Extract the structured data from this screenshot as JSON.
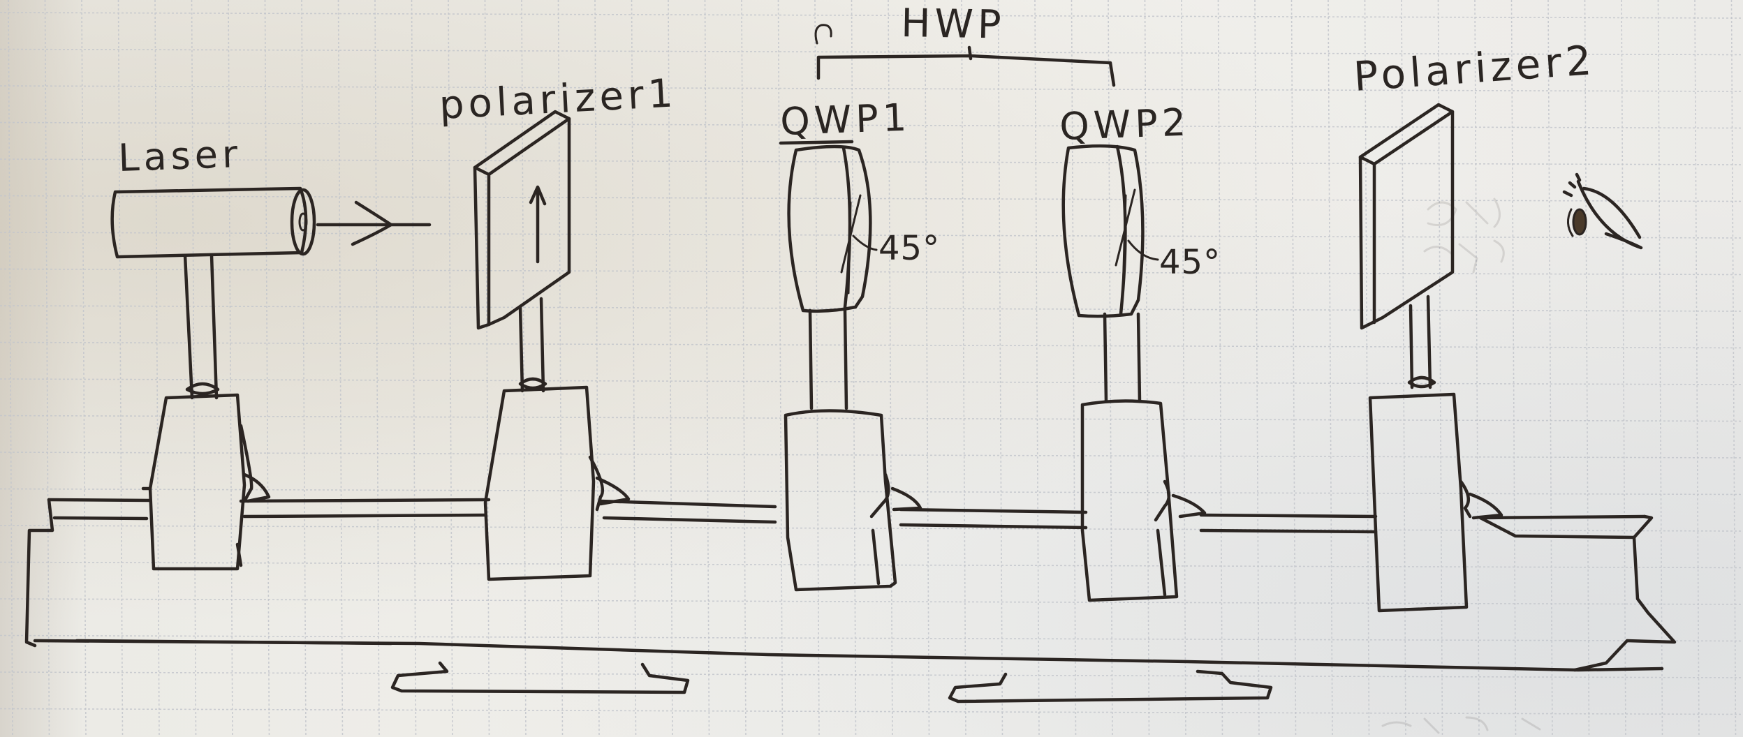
{
  "labels": {
    "hwp": "HWP",
    "laser": "Laser",
    "polarizer1": "polarizer1",
    "qwp1": "QWP1",
    "qwp2": "QWP2",
    "polarizer2": "Polarizer2",
    "angle1": "45°",
    "angle2": "45°"
  },
  "colors": {
    "ink": "#2b2522",
    "paper": "#f1f0ec",
    "grid": "#c3c6cc"
  },
  "icons": [
    "arrow-right-icon",
    "arrow-up-icon",
    "eye-icon"
  ]
}
